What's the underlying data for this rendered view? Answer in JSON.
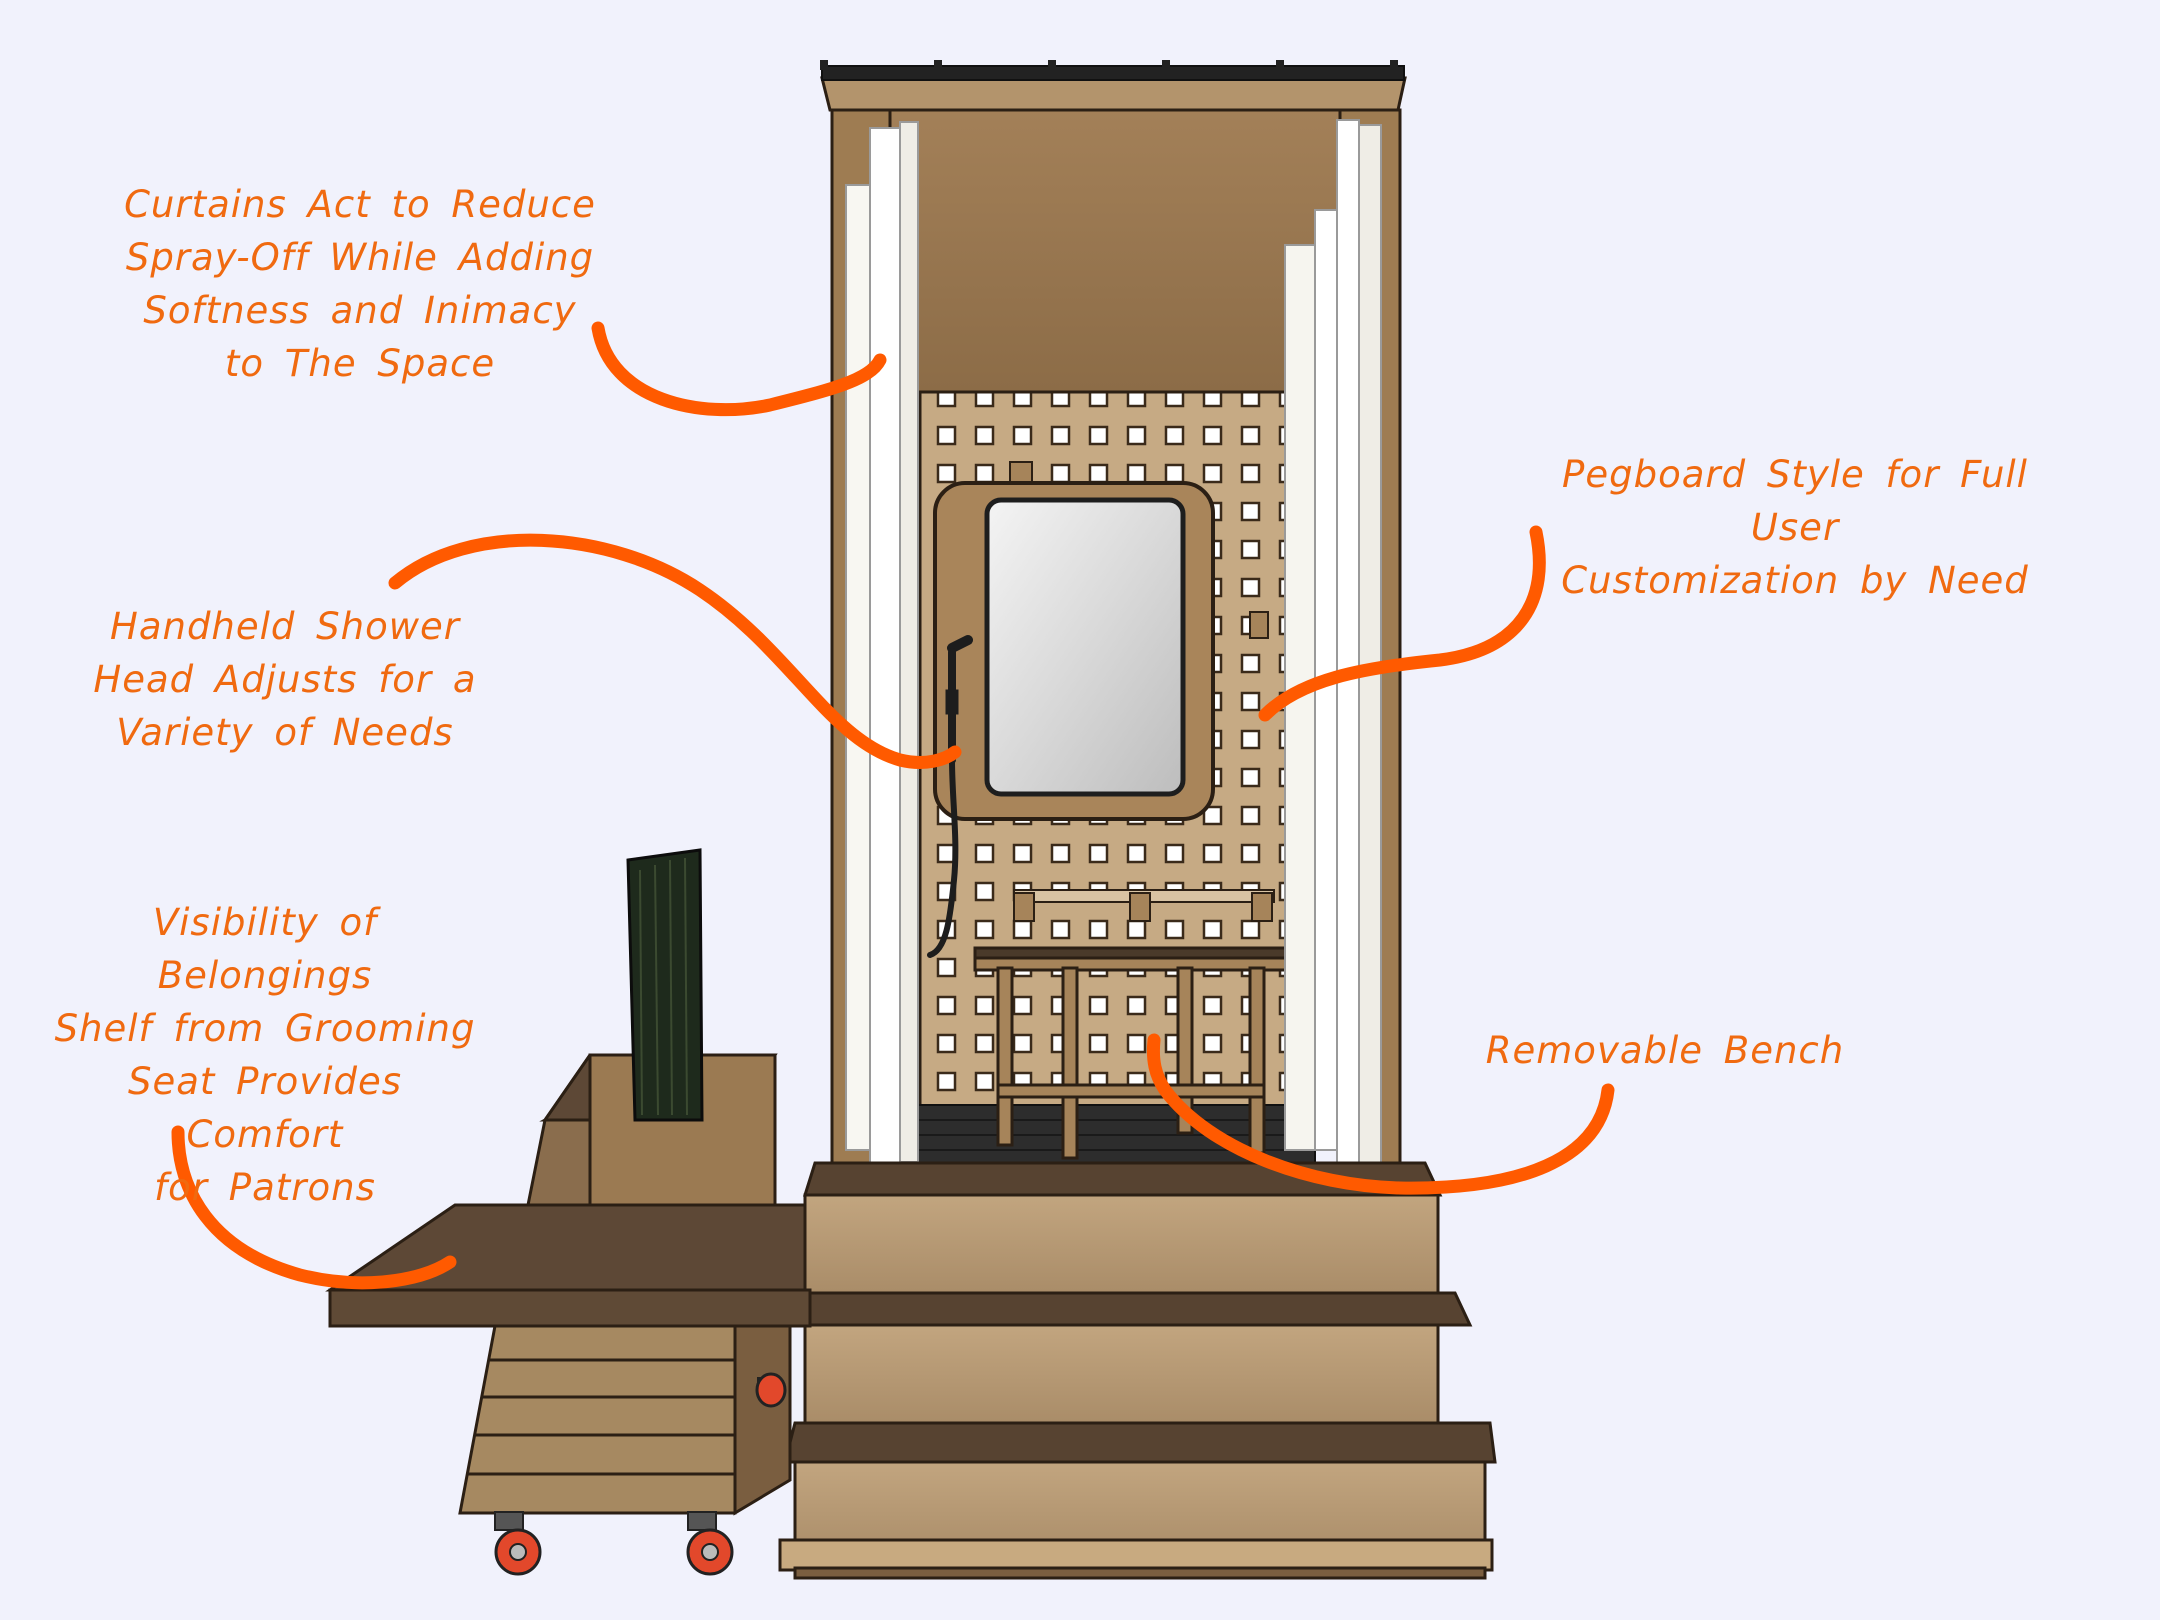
{
  "colors": {
    "background": "#f1f2fc",
    "annotation": "#f06a10",
    "arrow": "#ff5a00",
    "wood_light": "#b4966d",
    "wood_panel": "#a9865a",
    "wood_dark": "#5a4530",
    "curtain": "#f8f7f2",
    "outline": "#2b1f14"
  },
  "annotations": {
    "curtains": "Curtains Act to Reduce\nSpray-Off While Adding\nSoftness and Inimacy\nto The Space",
    "pegboard": "Pegboard Style for Full User\nCustomization by Need",
    "shower": "Handheld Shower\nHead Adjusts for a\nVariety of Needs",
    "shelf": "Visibility of Belongings\nShelf from Grooming\nSeat Provides Comfort\nfor Patrons",
    "bench": "Removable Bench"
  }
}
